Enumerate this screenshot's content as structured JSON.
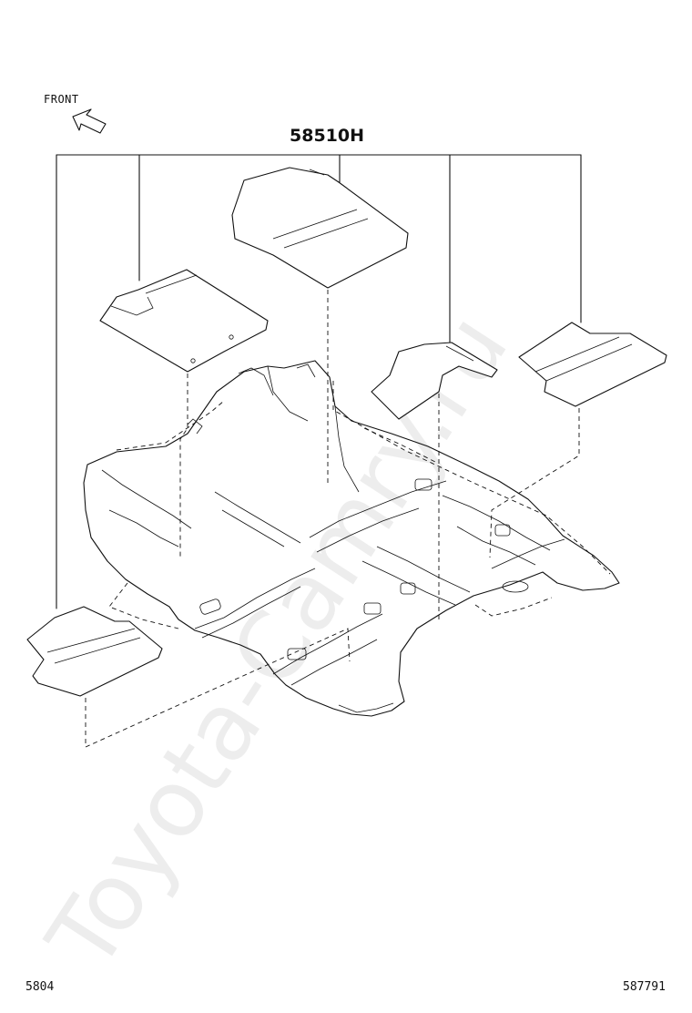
{
  "diagram": {
    "front_label": "FRONT",
    "part_number": "58510H",
    "page_code": "5804",
    "drawing_id": "587791",
    "watermark": "Toyota-Camry.ru"
  },
  "icons": {
    "front_arrow": "front-arrow-icon"
  }
}
